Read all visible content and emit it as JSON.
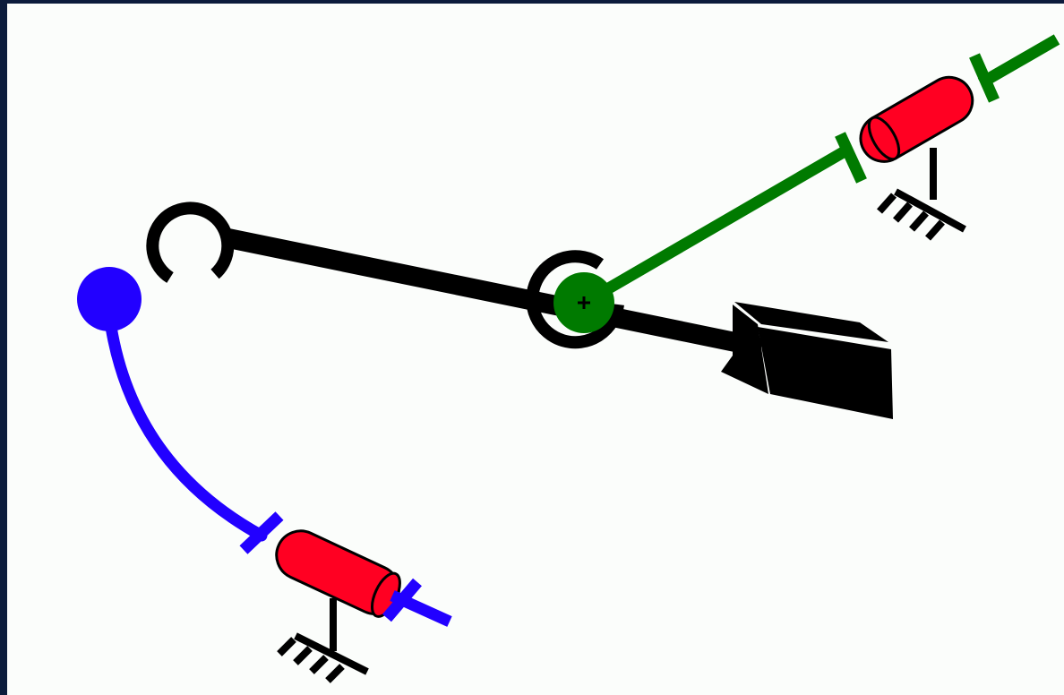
{
  "diagram": {
    "colors": {
      "background": "#fbfdfb",
      "frame": "#0c1c3c",
      "link": "#000000",
      "green_link": "#007a00",
      "blue_link": "#2200ff",
      "actuator_body": "#ff0022",
      "actuator_outline": "#000000",
      "block": "#000000"
    },
    "components": [
      {
        "name": "main-link",
        "icon": "rigid-link"
      },
      {
        "name": "pivot-joint",
        "icon": "revolute-joint"
      },
      {
        "name": "open-socket-joint",
        "icon": "open-joint"
      },
      {
        "name": "green-actuator",
        "icon": "cylinder-actuator"
      },
      {
        "name": "blue-actuator",
        "icon": "cylinder-actuator"
      },
      {
        "name": "blue-curved-cable",
        "icon": "flexible-cable"
      },
      {
        "name": "end-effector-block",
        "icon": "payload-box"
      },
      {
        "name": "ground-supports",
        "icon": "ground-symbol"
      }
    ]
  }
}
